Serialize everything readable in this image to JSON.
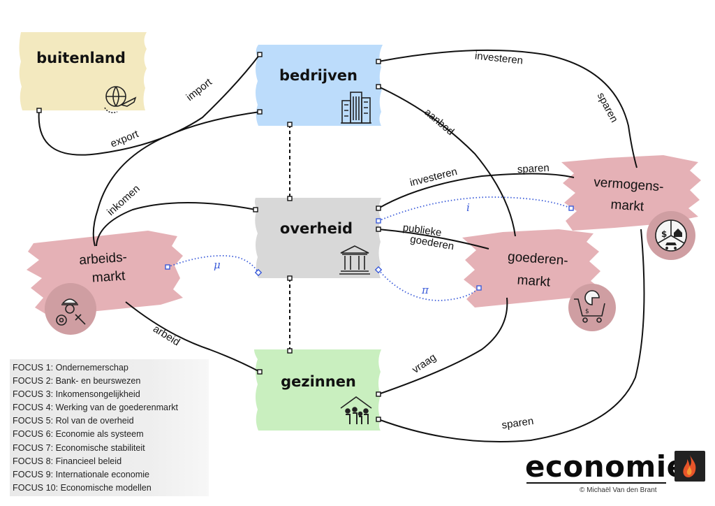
{
  "nodes": {
    "buitenland": "buitenland",
    "bedrijven": "bedrijven",
    "overheid": "overheid",
    "gezinnen": "gezinnen"
  },
  "markets": {
    "arbeidsmarkt": [
      "arbeids-",
      "markt"
    ],
    "goederenmarkt": [
      "goederen-",
      "markt"
    ],
    "vermogensmarkt": [
      "vermogens-",
      "markt"
    ]
  },
  "edges": {
    "import": "import",
    "export": "export",
    "investeren_top": "investeren",
    "sparen_right": "sparen",
    "aanbod": "aanbod",
    "inkomen": "inkomen",
    "investeren_mid": "investeren",
    "sparen_mid": "sparen",
    "publieke": "publieke",
    "goederen": "goederen",
    "arbeid": "arbeid",
    "vraag": "vraag",
    "sparen_bottom": "sparen"
  },
  "rates": {
    "i": "i",
    "mu": "μ",
    "pi": "π"
  },
  "focus": [
    "FOCUS 1: Ondernemerschap",
    "FOCUS 2: Bank- en beurswezen",
    "FOCUS 3: Inkomensongelijkheid",
    "FOCUS 4: Werking van de goederenmarkt",
    "FOCUS 5: Rol van de overheid",
    "FOCUS 6: Economie als systeem",
    "FOCUS 7: Economische stabiliteit",
    "FOCUS 8: Financieel beleid",
    "FOCUS 9: Internationale economie",
    "FOCUS 10: Economische modellen"
  ],
  "brand": {
    "title": "economie",
    "copyright": "© Michaël Van den Brant"
  },
  "icons": {
    "buitenland": "globe-plane-icon",
    "bedrijven": "office-buildings-icon",
    "overheid": "government-building-icon",
    "gezinnen": "family-house-icon",
    "arbeidsmarkt": "worker-gear-icon",
    "goederenmarkt": "shopping-cart-icon",
    "vermogensmarkt": "money-house-car-icon",
    "brand": "flame-logo-icon"
  },
  "colors": {
    "buitenland": "#f3e9bf",
    "bedrijven": "#bcdcfb",
    "overheid": "#d8d8d8",
    "gezinnen": "#c9efbf",
    "market": "#e3aab0",
    "market_icon": "#cf9ea2",
    "rate_link": "#3a5bd9"
  }
}
